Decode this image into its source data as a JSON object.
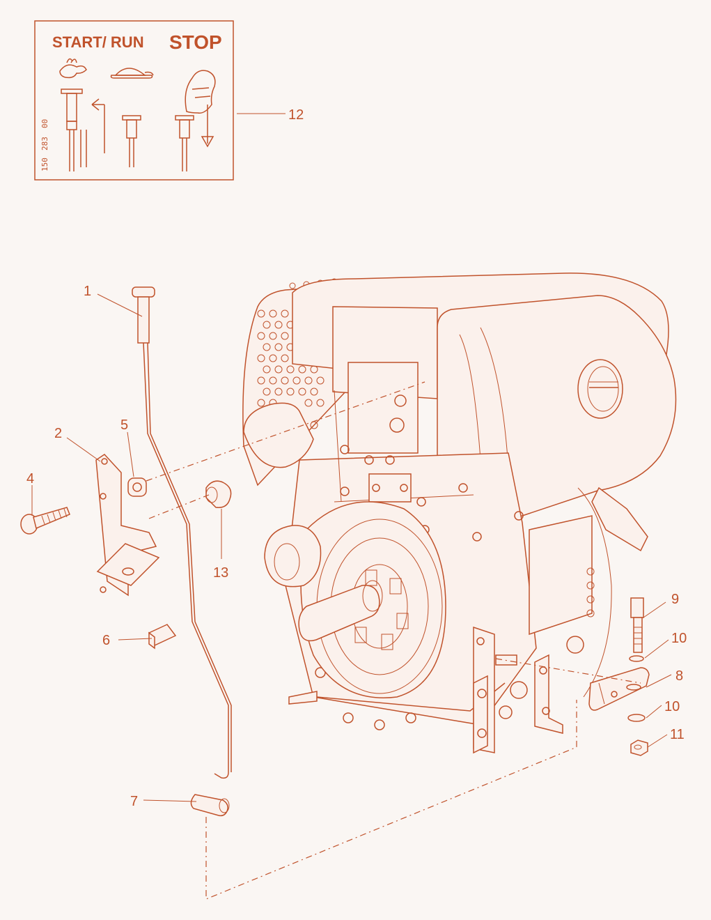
{
  "accent_color": "#c0522b",
  "background_color": "#faf6f3",
  "label_panel": {
    "start_run": "START/ RUN",
    "stop": "STOP",
    "code_lines": [
      "00",
      "283",
      "150"
    ]
  },
  "callouts": [
    {
      "id": "1",
      "text": "1"
    },
    {
      "id": "2",
      "text": "2"
    },
    {
      "id": "4",
      "text": "4"
    },
    {
      "id": "5",
      "text": "5"
    },
    {
      "id": "6",
      "text": "6"
    },
    {
      "id": "7",
      "text": "7"
    },
    {
      "id": "8",
      "text": "8"
    },
    {
      "id": "9",
      "text": "9"
    },
    {
      "id": "10a",
      "text": "10"
    },
    {
      "id": "10b",
      "text": "10"
    },
    {
      "id": "11",
      "text": "11"
    },
    {
      "id": "12",
      "text": "12"
    },
    {
      "id": "13",
      "text": "13"
    }
  ]
}
